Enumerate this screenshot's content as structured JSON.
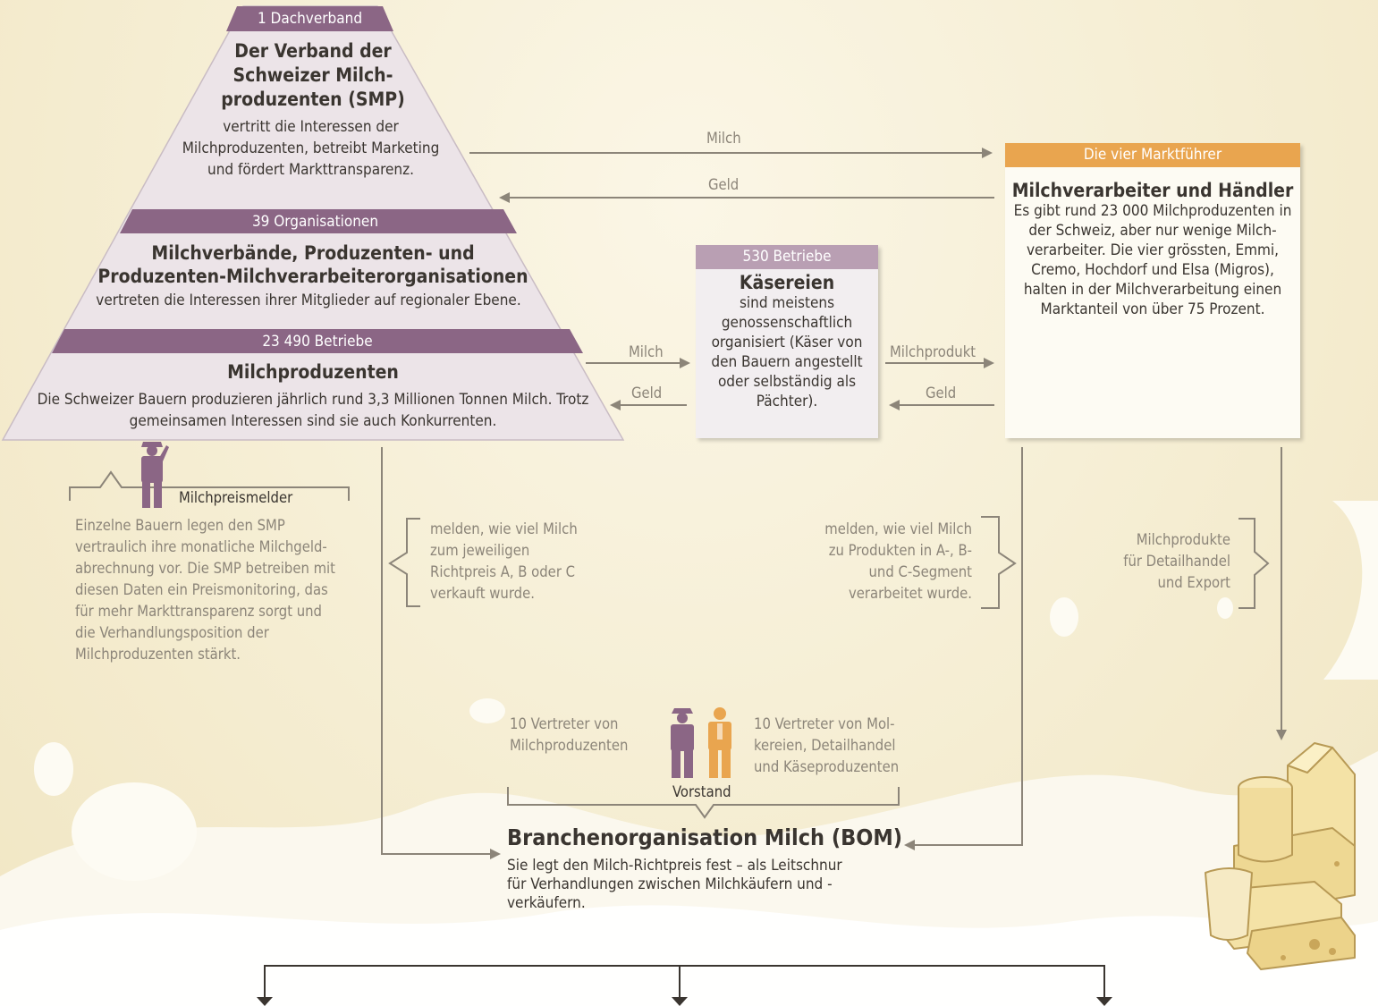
{
  "pyramid": {
    "top_band": "1 Dachverband",
    "top_title": "Der Verband der Schweizer Milch-produzenten (SMP)",
    "top_text": "vertritt die Interessen der Milchproduzenten, betreibt Marketing und fördert Markttransparenz.",
    "mid_band": "39 Organisationen",
    "mid_title": "Milchverbände, Produzenten- und Produzenten-Milchverarbeiterorganisationen",
    "mid_text": "vertreten die Interessen ihrer Mitglieder auf regionaler Ebene.",
    "bot_band": "23 490 Betriebe",
    "bot_title": "Milchproduzenten",
    "bot_text": "Die Schweizer Bauern produzieren jährlich rund 3,3 Millionen Tonnen Milch. Trotz gemeinsamen Interessen sind sie auch Konkurrenten."
  },
  "kaese": {
    "band": "530 Betriebe",
    "title": "Käsereien",
    "text": "sind meistens genossenschaftlich organisiert (Käser von den Bauern angestellt oder selbständig als Pächter)."
  },
  "markt": {
    "band": "Die vier Marktführer",
    "title": "Milchverarbeiter und Händler",
    "text": "Es gibt rund 23 000 Milchproduzenten in der Schweiz, aber nur wenige Milch-verarbeiter. Die vier grössten, Emmi, Cremo, Hochdorf und Elsa (Migros), halten in der Milchverarbeitung einen Marktanteil von über 75 Prozent."
  },
  "arrows": {
    "milch_top": "Milch",
    "geld_top": "Geld",
    "milch_left": "Milch",
    "geld_left": "Geld",
    "milchprodukt": "Milchprodukt",
    "geld_right": "Geld"
  },
  "notes": {
    "preismelder_label": "Milchpreismelder",
    "preismelder_text": "Einzelne Bauern legen den SMP vertraulich ihre monatliche Milchgeld-abrechnung vor. Die SMP betreiben mit diesen Daten ein Preismonitoring, das für mehr Markttransparenz sorgt und die Verhandlungsposition der Milchproduzenten stärkt.",
    "melden_left": "melden, wie viel Milch zum jeweiligen Richtpreis A, B oder C verkauft wurde.",
    "melden_right": "melden, wie viel Milch zu Produkten in A-, B- und C-Segment verarbeitet wurde.",
    "produkte": "Milchprodukte für Detailhandel und Export"
  },
  "bom": {
    "rep_left": "10 Vertreter von Milchproduzenten",
    "rep_right": "10 Vertreter von Mol-kereien, Detailhandel und Käseproduzenten",
    "vorstand": "Vorstand",
    "title": "Branchenorganisation Milch (BOM)",
    "text": "Sie legt den Milch-Richtpreis fest – als Leitschnur für Verhandlungen zwischen Milchkäufern und -verkäufern."
  },
  "colors": {
    "plum": "#8b6685",
    "orange": "#e9a54f",
    "gray_line": "#8c8579"
  },
  "icons": [
    "farmer-icon",
    "dairy-worker-icon",
    "dairy-products-icon"
  ]
}
